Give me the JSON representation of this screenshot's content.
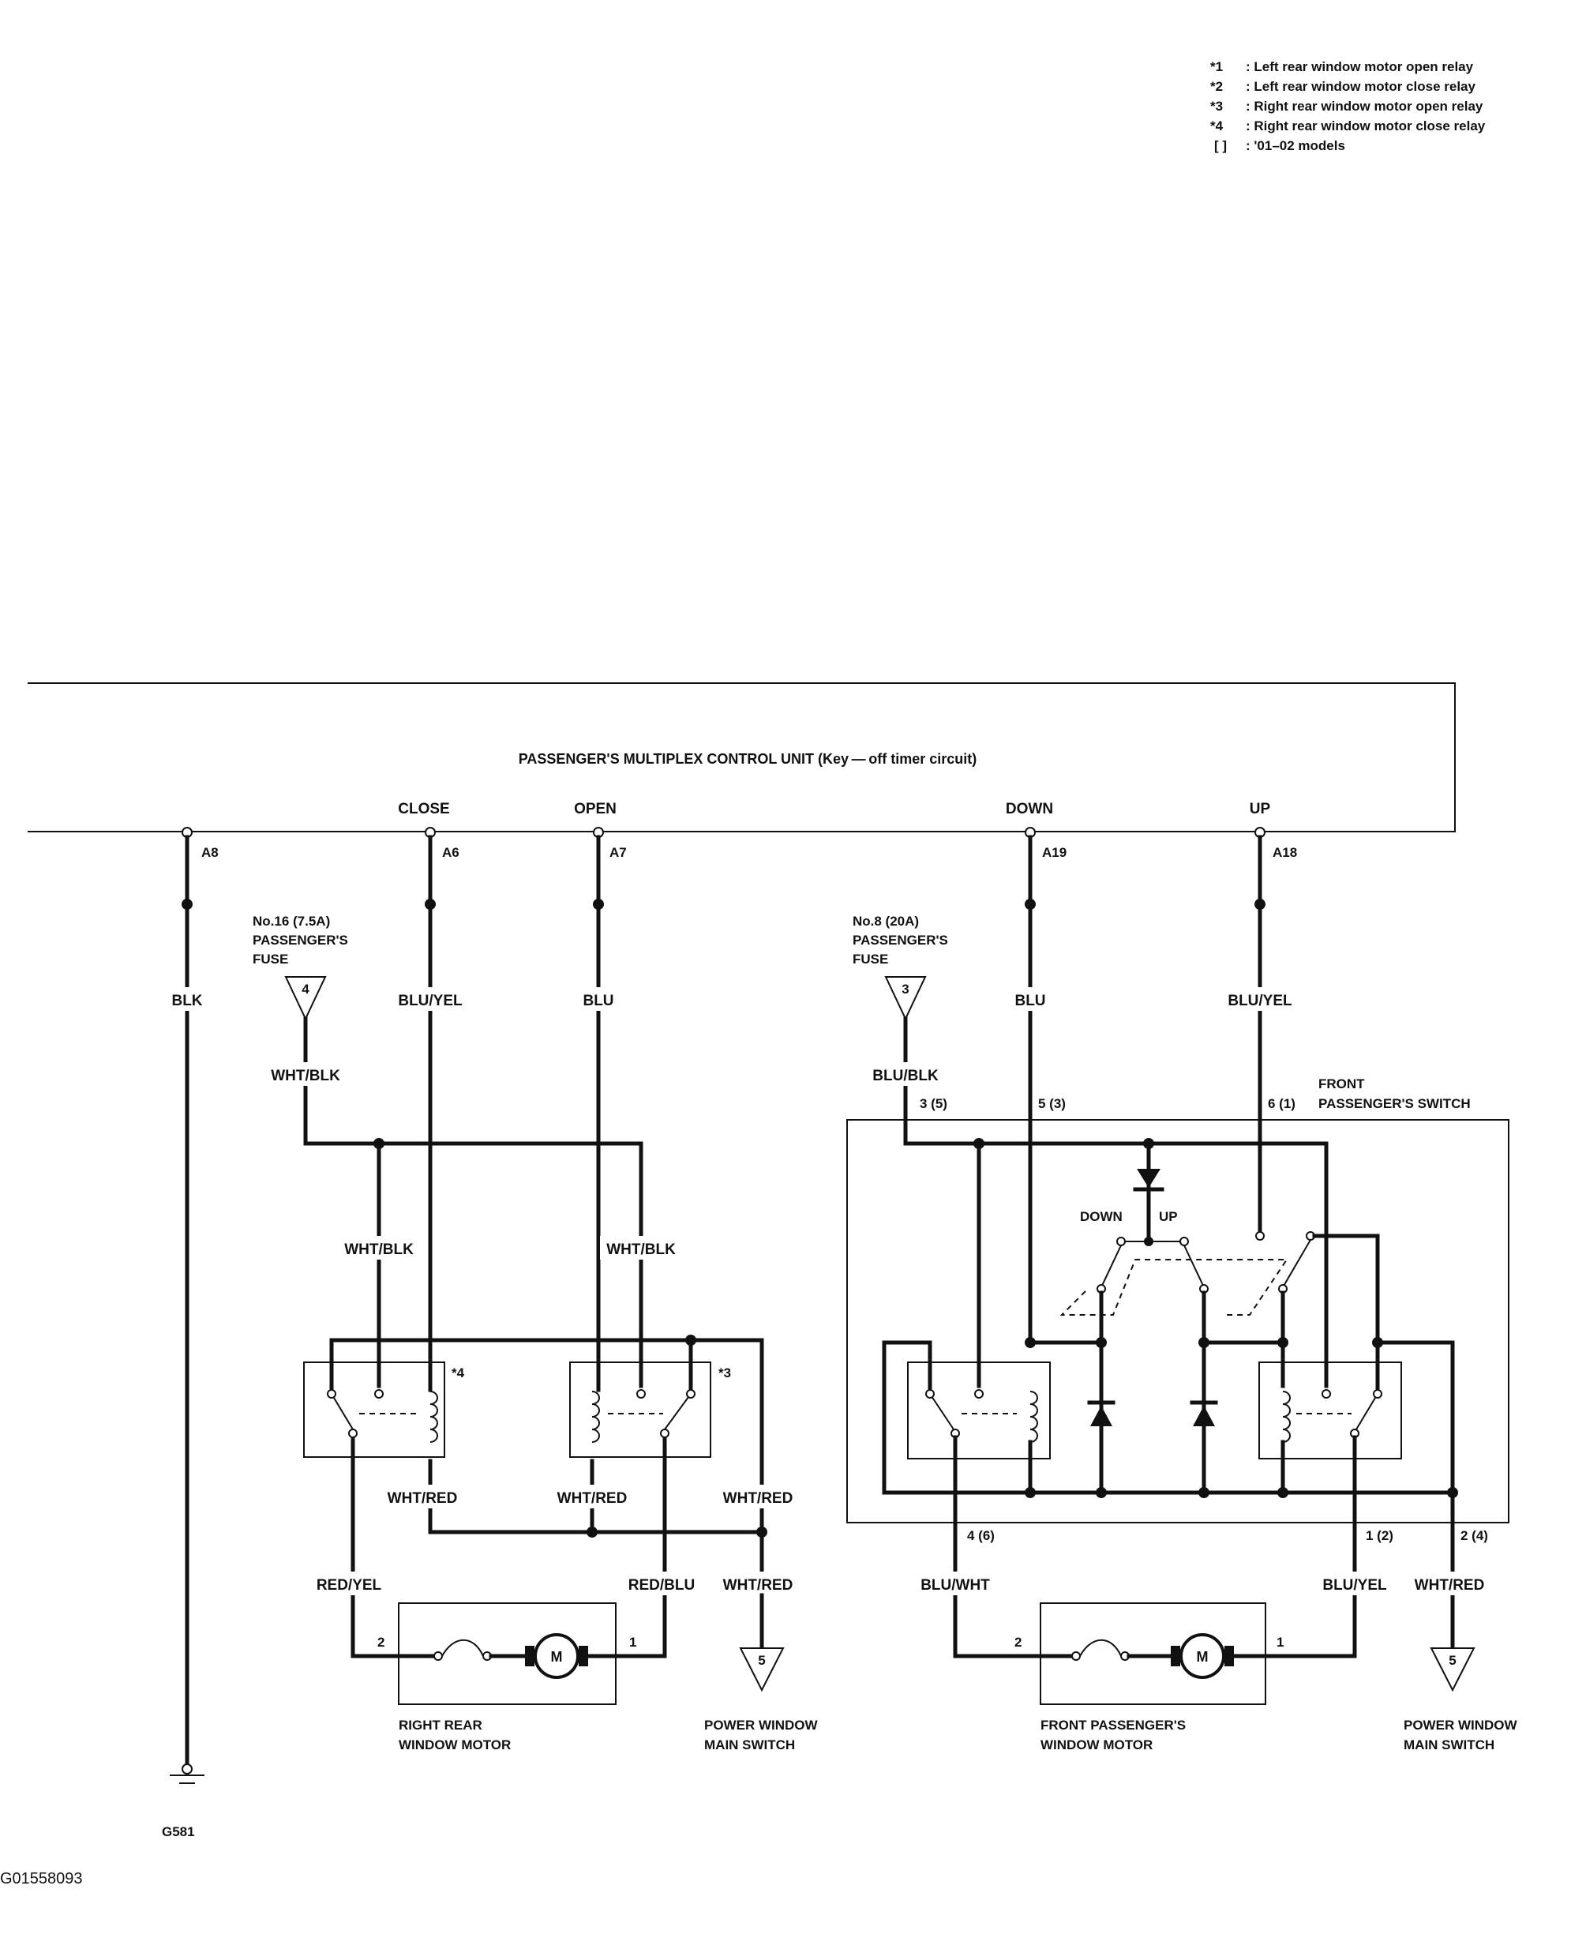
{
  "legend": [
    {
      "mark": "*1",
      "text": ": Left rear window motor open relay"
    },
    {
      "mark": "*2",
      "text": ": Left rear window motor close relay"
    },
    {
      "mark": "*3",
      "text": ": Right rear window motor open relay"
    },
    {
      "mark": "*4",
      "text": ": Right rear window motor close relay"
    },
    {
      "mark": "[  ]",
      "text": ": '01–02 models"
    }
  ],
  "control_unit": {
    "title": "PASSENGER'S MULTIPLEX CONTROL UNIT (Key — off timer circuit)",
    "signals": {
      "close": "CLOSE",
      "open": "OPEN",
      "down": "DOWN",
      "up": "UP"
    },
    "terminals": {
      "a8": "A8",
      "a6": "A6",
      "a7": "A7",
      "a19": "A19",
      "a18": "A18"
    }
  },
  "fuses": {
    "fuse16": {
      "line1": "No.16 (7.5A)",
      "line2": "PASSENGER'S",
      "line3": "FUSE",
      "num": "4"
    },
    "fuse8": {
      "line1": "No.8 (20A)",
      "line2": "PASSENGER'S",
      "line3": "FUSE",
      "num": "3"
    }
  },
  "wires": {
    "blk": "BLK",
    "blu_yel_close": "BLU/YEL",
    "blu_open": "BLU",
    "blu_down": "BLU",
    "blu_yel_up": "BLU/YEL",
    "wht_blk_fuse": "WHT/BLK",
    "wht_blk_left": "WHT/BLK",
    "wht_blk_right": "WHT/BLK",
    "blu_blk": "BLU/BLK",
    "wht_red_1": "WHT/RED",
    "wht_red_2": "WHT/RED",
    "wht_red_3": "WHT/RED",
    "wht_red_4": "WHT/RED",
    "wht_red_5": "WHT/RED",
    "red_yel": "RED/YEL",
    "red_blu": "RED/BLU",
    "blu_wht": "BLU/WHT",
    "blu_yel_motor": "BLU/YEL"
  },
  "pins": {
    "p3": "3  (5)",
    "p5": "5  (3)",
    "p6": "6  (1)",
    "p4": "4  (6)",
    "p1": "1  (2)",
    "p2": "2  (4)",
    "rr_m2": "2",
    "rr_m1": "1",
    "fp_m2": "2",
    "fp_m1": "1"
  },
  "relays": {
    "close_mark": "*4",
    "open_mark": "*3"
  },
  "front_switch": {
    "line1": "FRONT",
    "line2": "PASSENGER'S SWITCH",
    "down": "DOWN",
    "up": "UP"
  },
  "motors": {
    "rr": {
      "line1": "RIGHT REAR",
      "line2": "WINDOW MOTOR",
      "symbol": "M"
    },
    "fp": {
      "line1": "FRONT PASSENGER'S",
      "line2": "WINDOW MOTOR",
      "symbol": "M"
    }
  },
  "main_switch": {
    "left": {
      "line1": "POWER WINDOW",
      "line2": "MAIN SWITCH",
      "num": "5"
    },
    "right": {
      "line1": "POWER WINDOW",
      "line2": "MAIN SWITCH",
      "num": "5"
    }
  },
  "ground": {
    "label": "G581"
  },
  "figure_id": "G01558093"
}
